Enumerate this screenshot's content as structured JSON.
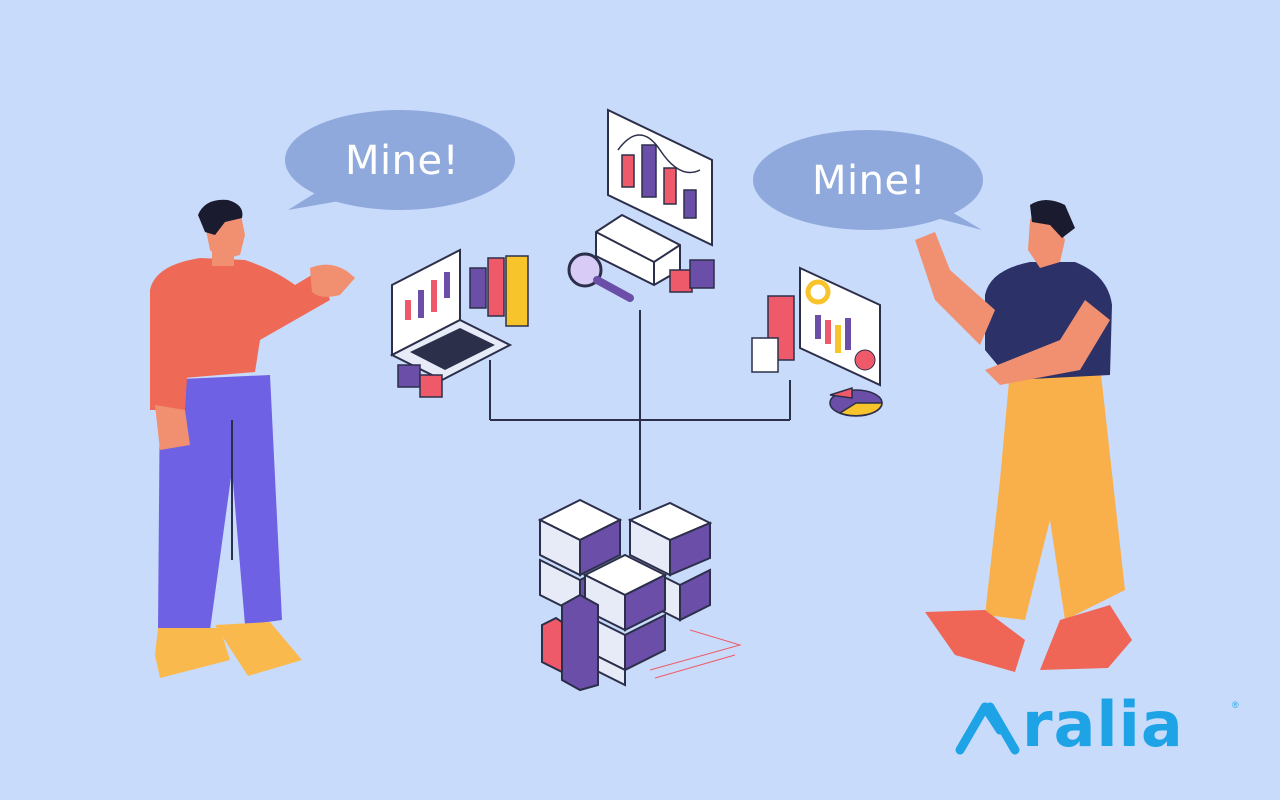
{
  "bubbles": {
    "left": "Mine!",
    "right": "Mine!"
  },
  "logo": {
    "text": "ralia",
    "registered": "®"
  },
  "colors": {
    "background": "#c9dbfb",
    "bubble": "#8fa9dd",
    "brand": "#1ea4e6",
    "accent_purple": "#6b4ea8",
    "accent_red": "#ef5a6a",
    "accent_yellow": "#f7c42b"
  },
  "icons": [
    "laptop-icon",
    "bar-chart-icon",
    "magnifier-icon",
    "server-stack-icon",
    "dashboard-icon",
    "pie-chart-icon"
  ]
}
